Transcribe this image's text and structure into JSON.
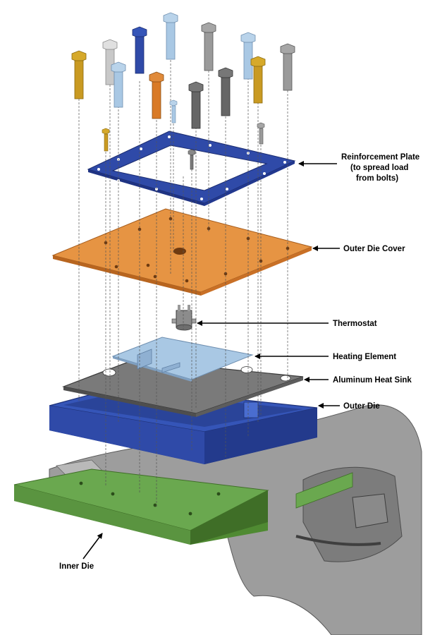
{
  "labels": {
    "reinforcement_line1": "Reinforcement Plate",
    "reinforcement_line2": "(to spread load",
    "reinforcement_line3": "from bolts)",
    "outer_die_cover": "Outer Die Cover",
    "thermostat": "Thermostat",
    "heating_element": "Heating Element",
    "heat_sink": "Aluminum Heat Sink",
    "outer_die": "Outer Die",
    "inner_die": "Inner Die"
  },
  "colors": {
    "reinforcement_plate": "#2f4aa8",
    "outer_die_cover": "#e08a3a",
    "heating_element": "#a9c8e4",
    "heat_sink": "#7a7a7a",
    "outer_die": "#2f4aa8",
    "inner_die": "#6aa84f",
    "bolt_gold": "#d6a92a",
    "bolt_silver": "#c8c8c8",
    "bolt_lightblue": "#a9c8e4",
    "bolt_blue": "#2f4aa8",
    "bolt_orange": "#d97a26",
    "bolt_darkgray": "#6b6b6b",
    "bolt_gray": "#9a9a9a"
  }
}
